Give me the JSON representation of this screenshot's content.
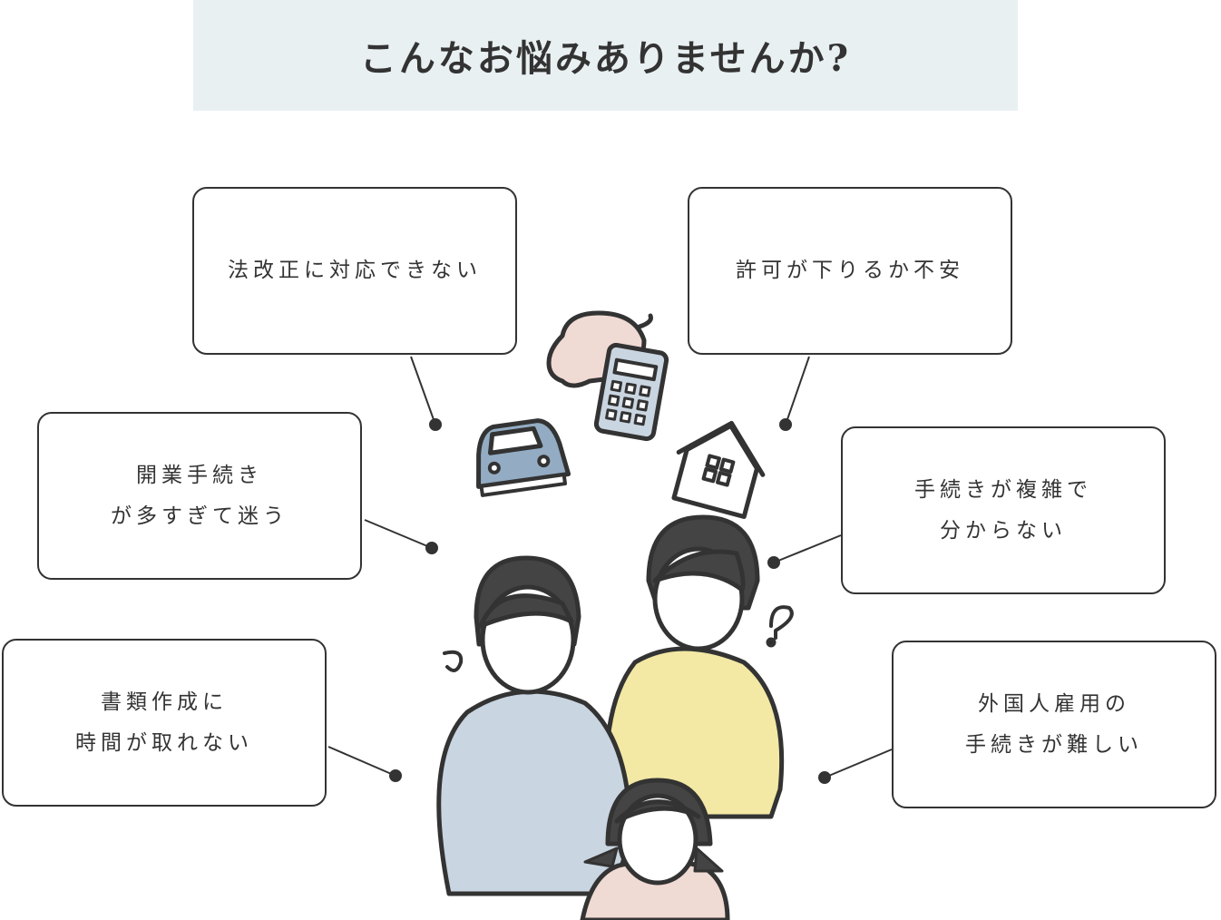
{
  "header": {
    "title": "こんなお悩みありませんか?"
  },
  "bubbles": [
    {
      "lines": [
        "法改正に対応できない"
      ]
    },
    {
      "lines": [
        "許可が下りるか不安"
      ]
    },
    {
      "lines": [
        "開業手続き",
        "が多すぎて迷う"
      ]
    },
    {
      "lines": [
        "手続きが複雑で",
        "分からない"
      ]
    },
    {
      "lines": [
        "書類作成に",
        "時間が取れない"
      ]
    },
    {
      "lines": [
        "外国人雇用の",
        "手続きが難しい"
      ]
    }
  ],
  "colors": {
    "header_bg": "#e9f0f2",
    "stroke": "#333333",
    "blue": "#c9d5e0",
    "car_blue": "#93acc3",
    "yellow": "#f3e8a4",
    "pink": "#f0dad4"
  }
}
